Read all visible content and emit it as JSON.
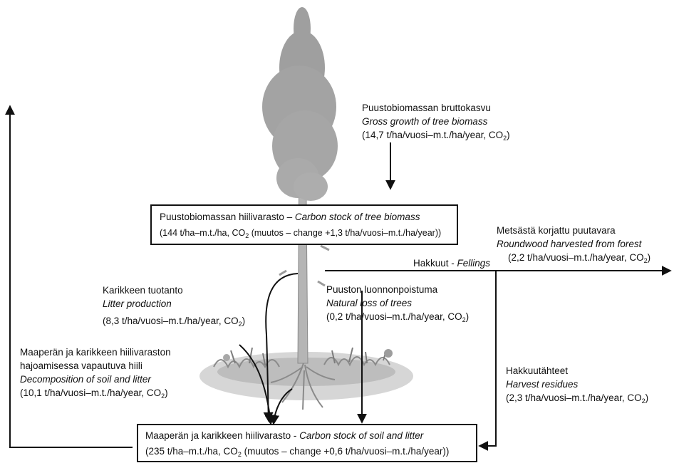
{
  "tree_biomass_box": {
    "title_fi": "Puustobiomassan hiilivarasto",
    "title_sep": " – ",
    "title_en": "Carbon stock of tree biomass",
    "line2_pre": "(144 t/ha–m.t./ha, CO",
    "line2_sub": "2",
    "line2_post": " (muutos – change +1,3 t/ha/vuosi–m.t./ha/year))"
  },
  "soil_box": {
    "title_fi": "Maaperän ja karikkeen hiilivarasto",
    "title_sep": " - ",
    "title_en": "Carbon stock of soil and litter",
    "line2_pre": "(235 t/ha–m.t./ha, CO",
    "line2_sub": "2",
    "line2_post": " (muutos – change +0,6 t/ha/vuosi–m.t./ha/year))"
  },
  "gross_growth": {
    "fi": "Puustobiomassan bruttokasvu",
    "en": "Gross growth of tree biomass",
    "value_pre": "(14,7 t/ha/vuosi–m.t./ha/year, CO",
    "value_sub": "2",
    "value_post": ")"
  },
  "harvested_wood": {
    "fi": "Metsästä korjattu puutavara",
    "en": "Roundwood harvested from forest",
    "value_pre": "(2,2 t/ha/vuosi–m.t./ha/year, CO",
    "value_sub": "2",
    "value_post": ")"
  },
  "fellings": {
    "fi": "Hakkuut",
    "sep": " - ",
    "en": "Fellings"
  },
  "litter_production": {
    "fi": "Karikkeen tuotanto",
    "en": "Litter production",
    "value_pre": "(8,3 t/ha/vuosi–m.t./ha/year, CO",
    "value_sub": "2",
    "value_post": ")"
  },
  "natural_loss": {
    "fi": "Puuston luonnonpoistuma",
    "en": "Natural loss of trees",
    "value_pre": "(0,2 t/ha/vuosi–m.t./ha/year, CO",
    "value_sub": "2",
    "value_post": ")"
  },
  "decomposition": {
    "fi_line1": "Maaperän ja karikkeen hiilivaraston",
    "fi_line2": "hajoamisessa vapautuva hiili",
    "en": "Decomposition of soil and litter",
    "value_pre": "(10,1 t/ha/vuosi–m.t./ha/year, CO",
    "value_sub": "2",
    "value_post": ")"
  },
  "harvest_residues": {
    "fi": "Hakkuutähteet",
    "en": "Harvest residues",
    "value_pre": "(2,3 t/ha/vuosi–m.t./ha/year, CO",
    "value_sub": "2",
    "value_post": ")"
  },
  "colors": {
    "ink": "#111111",
    "tree": "#9a9a9a",
    "ground": "#c7c7c7"
  }
}
